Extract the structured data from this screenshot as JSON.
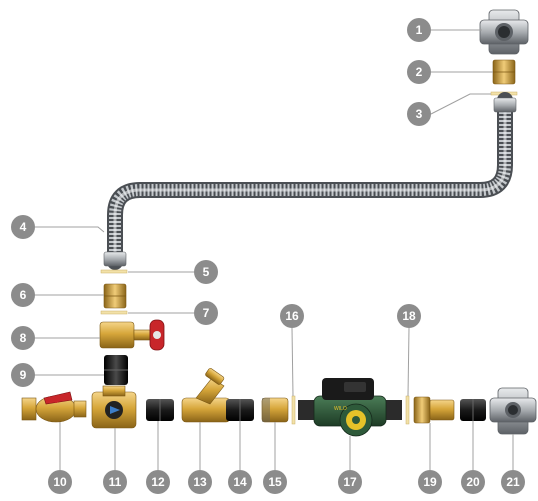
{
  "callouts": [
    {
      "label": "1"
    },
    {
      "label": "2"
    },
    {
      "label": "3"
    },
    {
      "label": "4"
    },
    {
      "label": "5"
    },
    {
      "label": "6"
    },
    {
      "label": "7"
    },
    {
      "label": "8"
    },
    {
      "label": "9"
    },
    {
      "label": "10"
    },
    {
      "label": "11"
    },
    {
      "label": "12"
    },
    {
      "label": "13"
    },
    {
      "label": "14"
    },
    {
      "label": "15"
    },
    {
      "label": "16"
    },
    {
      "label": "17"
    },
    {
      "label": "18"
    },
    {
      "label": "19"
    },
    {
      "label": "20"
    },
    {
      "label": "21"
    }
  ],
  "pump_brand": "WILO",
  "colors": {
    "callout": "#8c8c8c",
    "brass": "#d6a63a",
    "steel": "#a9adb1",
    "black_fitting": "#1a1a1a",
    "pump_green": "#2e5a3a",
    "valve_red": "#c8262a",
    "gasket": "#f2e1a8"
  }
}
